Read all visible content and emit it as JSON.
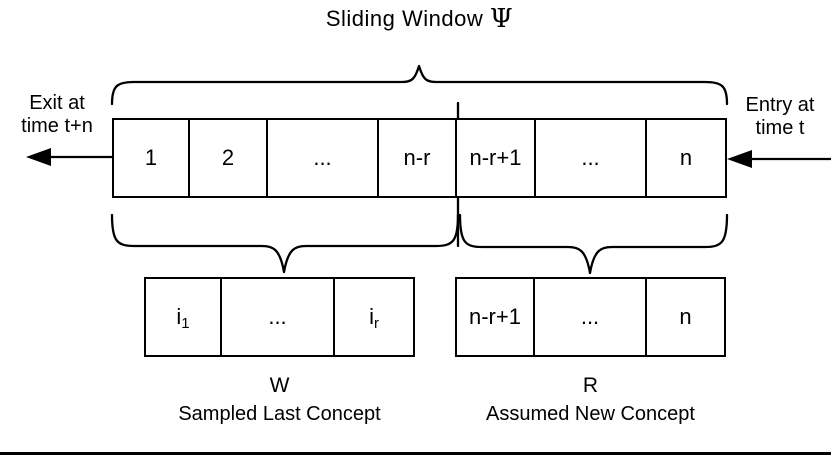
{
  "title": {
    "text": "Sliding Window",
    "symbol": "Ψ"
  },
  "labels": {
    "exit_line1": "Exit at",
    "exit_line2": "time t+n",
    "entry_line1": "Entry at",
    "entry_line2": "time t"
  },
  "sliding_window": {
    "cells": [
      {
        "label": "1"
      },
      {
        "label": "2"
      },
      {
        "label": "..."
      },
      {
        "label": "n-r"
      },
      {
        "label": "n-r+1"
      },
      {
        "label": "..."
      },
      {
        "label": "n"
      }
    ]
  },
  "w_group": {
    "symbol": "W",
    "caption": "Sampled Last Concept",
    "cells": [
      {
        "base": "i",
        "sub": "1"
      },
      {
        "base": "...",
        "sub": ""
      },
      {
        "base": "i",
        "sub": "r"
      }
    ]
  },
  "r_group": {
    "symbol": "R",
    "caption": "Assumed New Concept",
    "cells": [
      {
        "base": "n-r+1",
        "sub": ""
      },
      {
        "base": "...",
        "sub": ""
      },
      {
        "base": "n",
        "sub": ""
      }
    ]
  },
  "icons": {
    "exit_arrow": "left-arrow",
    "entry_arrow": "left-arrow"
  },
  "colors": {
    "ink": "#000000",
    "background": "#ffffff"
  }
}
